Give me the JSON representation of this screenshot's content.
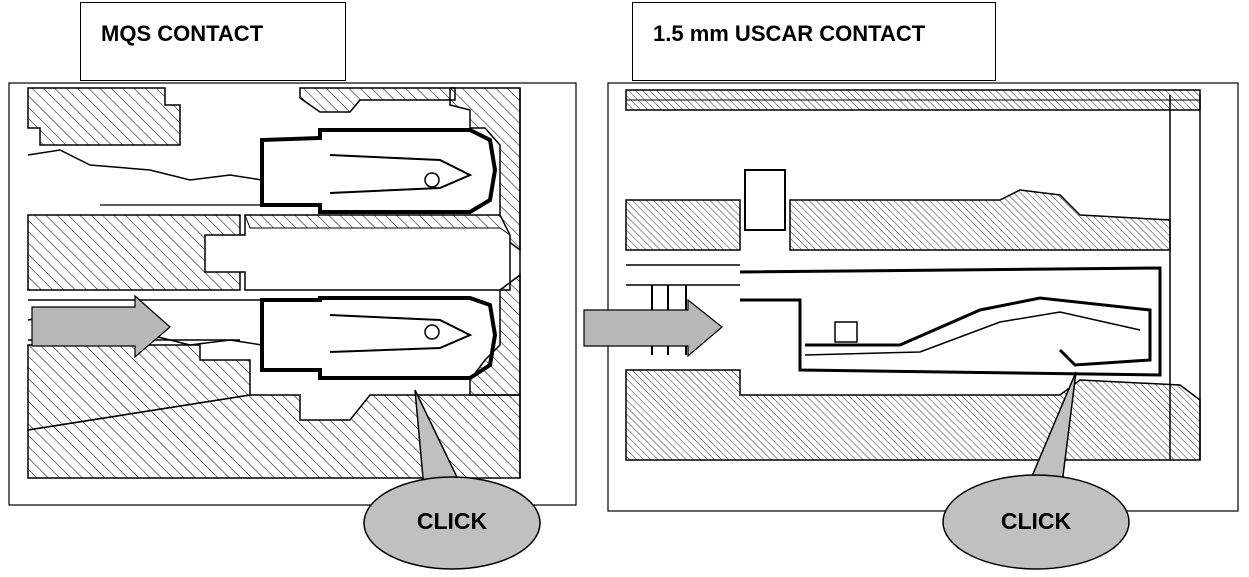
{
  "panels": [
    {
      "title": "MQS CONTACT",
      "callout": "CLICK"
    },
    {
      "title": "1.5 mm USCAR CONTACT",
      "callout": "CLICK"
    }
  ],
  "colors": {
    "line": "#000000",
    "arrow_fill": "#b8b8b8",
    "callout_fill": "#c0c0c0",
    "hatch": "#000000"
  }
}
